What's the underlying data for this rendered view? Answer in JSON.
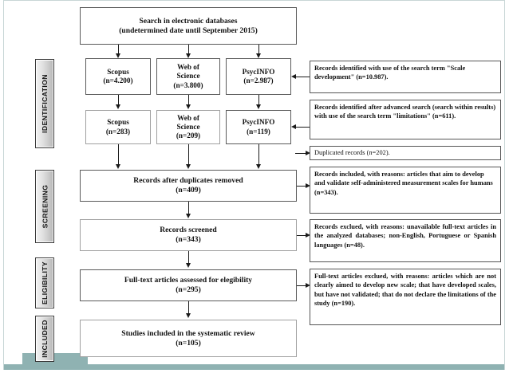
{
  "diagram": {
    "type": "prisma-flow-diagram",
    "stages": [
      {
        "id": "identification",
        "label": "IDENTIFICATION"
      },
      {
        "id": "screening",
        "label": "SCREENING"
      },
      {
        "id": "eligibility",
        "label": "ELIGIBILITY"
      },
      {
        "id": "included",
        "label": "INCLUDED"
      }
    ],
    "search_header": {
      "line1": "Search in electronic databases",
      "line2_prefix": "(undetermined date until ",
      "line2_bold": "September 2015",
      "line2_suffix": ")"
    },
    "databases_initial": [
      {
        "name": "Scopus",
        "name2": "",
        "count": "(n=4.200)"
      },
      {
        "name": "Web of",
        "name2": "Science",
        "count": "(n=3.800)"
      },
      {
        "name": "PsycINFO",
        "name2": "",
        "count": "(n=2.987)"
      }
    ],
    "databases_refined": [
      {
        "name": "Scopus",
        "name2": "",
        "count": "(n=283)"
      },
      {
        "name": "Web of",
        "name2": "Science",
        "count": "(n=209)"
      },
      {
        "name": "PsycINFO",
        "name2": "",
        "count": "(n=119)"
      }
    ],
    "flow_boxes": [
      {
        "id": "after-duplicates",
        "title": "Records after duplicates removed",
        "count": "(n=409)"
      },
      {
        "id": "screened",
        "title": "Records screened",
        "count": "(n=343)"
      },
      {
        "id": "full-text",
        "title": "Full-text articles assessed for elegibility",
        "count": "(n=295)"
      },
      {
        "id": "included",
        "title": "Studies included in the systematic review",
        "count": "(n=105)"
      }
    ],
    "notes": [
      {
        "id": "note-scale-development",
        "pre": "Records identified with use of the search term ",
        "bold": "\"Scale development\"",
        "post": " (n=10.987)."
      },
      {
        "id": "note-limitations",
        "pre": "Records identified after advanced search (search within results) with use of the search term ",
        "bold": "\"limitations\"",
        "post": " (n=611)."
      },
      {
        "id": "note-duplicated",
        "pre": "Duplicated records (n=202).",
        "bold": "",
        "post": ""
      },
      {
        "id": "note-included-reasons",
        "pre": "Records included, with reasons: articles that aim to develop and validate self-administered measurement scales for humans (n=343).",
        "bold": "",
        "post": ""
      },
      {
        "id": "note-excluded-reasons",
        "pre": "Records exclued, with reasons: unavailable full-text articles in the analyzed databases; non-English, Portuguese or Spanish languages (n=48).",
        "bold": "",
        "post": ""
      },
      {
        "id": "note-fulltext-excluded",
        "pre": "Full-text articles exclued, with reasons: articles which are not clearly aimed to develop new scale; that have developed scales, but have not validated; that do not declare the limitations of the study (n=190).",
        "bold": "",
        "post": ""
      }
    ],
    "colors": {
      "accent_teal": "#8fb2b2",
      "box_border": "#5a5a5a",
      "connector": "#1a1a1a",
      "stage_gradient_light": "#f2f2f2",
      "stage_gradient_dark": "#b4b4b4"
    }
  }
}
